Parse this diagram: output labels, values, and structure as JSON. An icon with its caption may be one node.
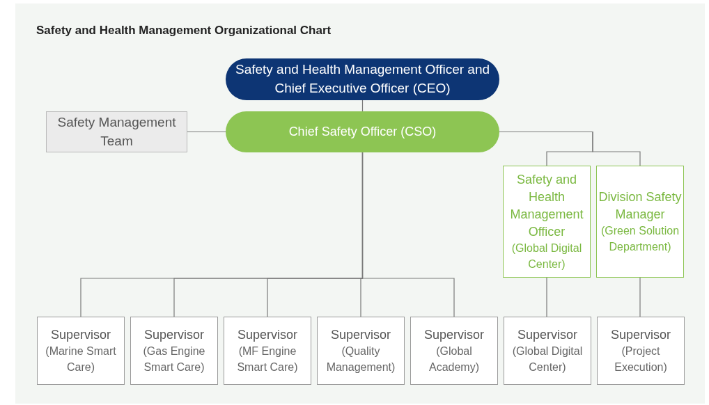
{
  "diagram": {
    "title": "Safety and Health Management Organizational Chart",
    "nodes": [
      {
        "text": [
          "Safety and Health Management Officer and Chief Executive Officer (CEO)"
        ]
      },
      {
        "text": [
          "Safety Management Team"
        ]
      },
      {
        "text": [
          "Chief Safety Officer (CSO)"
        ]
      },
      {
        "text": [
          "Safety and Health Management Officer",
          "(Global Digital Center)"
        ]
      },
      {
        "text": [
          "Division Safety Manager",
          "(Green Solution Department)"
        ]
      },
      {
        "text": [
          "Supervisor",
          "(Marine Smart Care)"
        ]
      },
      {
        "text": [
          "Supervisor",
          "(Gas Engine Smart Care)"
        ]
      },
      {
        "text": [
          "Supervisor",
          "(MF Engine Smart Care)"
        ]
      },
      {
        "text": [
          "Supervisor",
          "(Quality Management)"
        ]
      },
      {
        "text": [
          "Supervisor",
          "(Global Academy)"
        ]
      },
      {
        "text": [
          "Supervisor",
          "(Global Digital Center)"
        ]
      },
      {
        "text": [
          "Supervisor",
          "(Project Execution)"
        ]
      }
    ],
    "edges": [
      {
        "from": 0,
        "to": 2,
        "arrow": "none"
      },
      {
        "from": 1,
        "to": 2,
        "arrow": "none"
      },
      {
        "from": 2,
        "to": 3,
        "arrow": "none"
      },
      {
        "from": 2,
        "to": 4,
        "arrow": "none"
      },
      {
        "from": 2,
        "to": 5,
        "arrow": "none"
      },
      {
        "from": 2,
        "to": 6,
        "arrow": "none"
      },
      {
        "from": 2,
        "to": 7,
        "arrow": "none"
      },
      {
        "from": 2,
        "to": 8,
        "arrow": "none"
      },
      {
        "from": 2,
        "to": 9,
        "arrow": "none"
      },
      {
        "from": 3,
        "to": 10,
        "arrow": "none"
      },
      {
        "from": 4,
        "to": 11,
        "arrow": "none"
      }
    ]
  }
}
